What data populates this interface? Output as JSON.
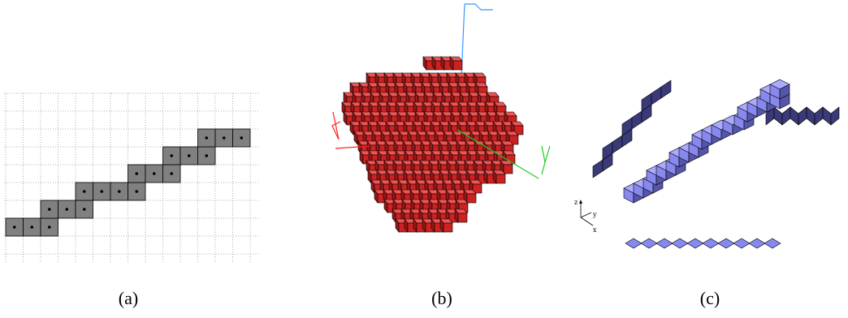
{
  "captions": [
    "(a)",
    "(b)",
    "(c)"
  ],
  "panel_a": {
    "filled_runs": [
      {
        "row": 0,
        "cols": [
          0,
          1,
          2
        ]
      },
      {
        "row": 1,
        "cols": [
          2,
          3,
          4
        ]
      },
      {
        "row": 2,
        "cols": [
          4,
          5,
          6,
          7
        ]
      },
      {
        "row": 3,
        "cols": [
          7,
          8,
          9
        ]
      },
      {
        "row": 4,
        "cols": [
          9,
          10,
          11
        ]
      },
      {
        "row": 5,
        "cols": [
          11,
          12,
          13
        ]
      }
    ],
    "fill_color": "#808080",
    "grid_color": "#999999"
  },
  "panel_b": {
    "cube_color": "#cc2222",
    "axis_colors": {
      "z": "#3399ff",
      "x": "#ff2222",
      "y": "#22cc22"
    }
  },
  "panel_c": {
    "axis_labels": {
      "z": "z",
      "y": "y",
      "x": "x"
    },
    "dark_color": "#3a3a78",
    "light_color": "#8888ee"
  }
}
